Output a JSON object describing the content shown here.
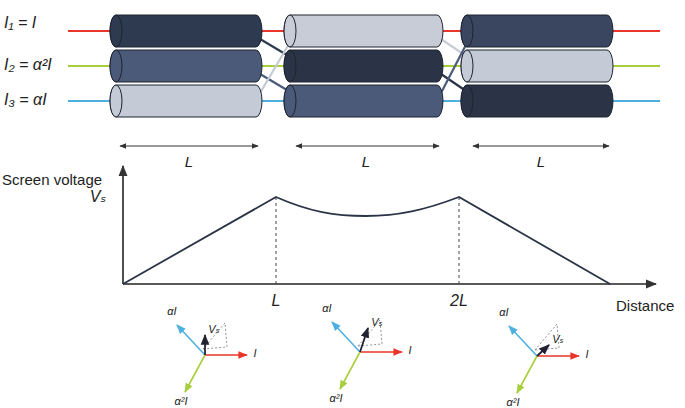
{
  "diagram": {
    "labels": [
      "I₁ = I",
      "I₂ = α²I",
      "I₃ = αI",
      "L",
      "L",
      "L",
      "Screen voltage",
      "Vₛ",
      "L",
      "2L",
      "Distance",
      "αI",
      "Vₛ",
      "I",
      "α²I",
      "αI",
      "Vₛ",
      "I",
      "α²I",
      "αI",
      "Vₛ",
      "I",
      "α²I"
    ]
  }
}
